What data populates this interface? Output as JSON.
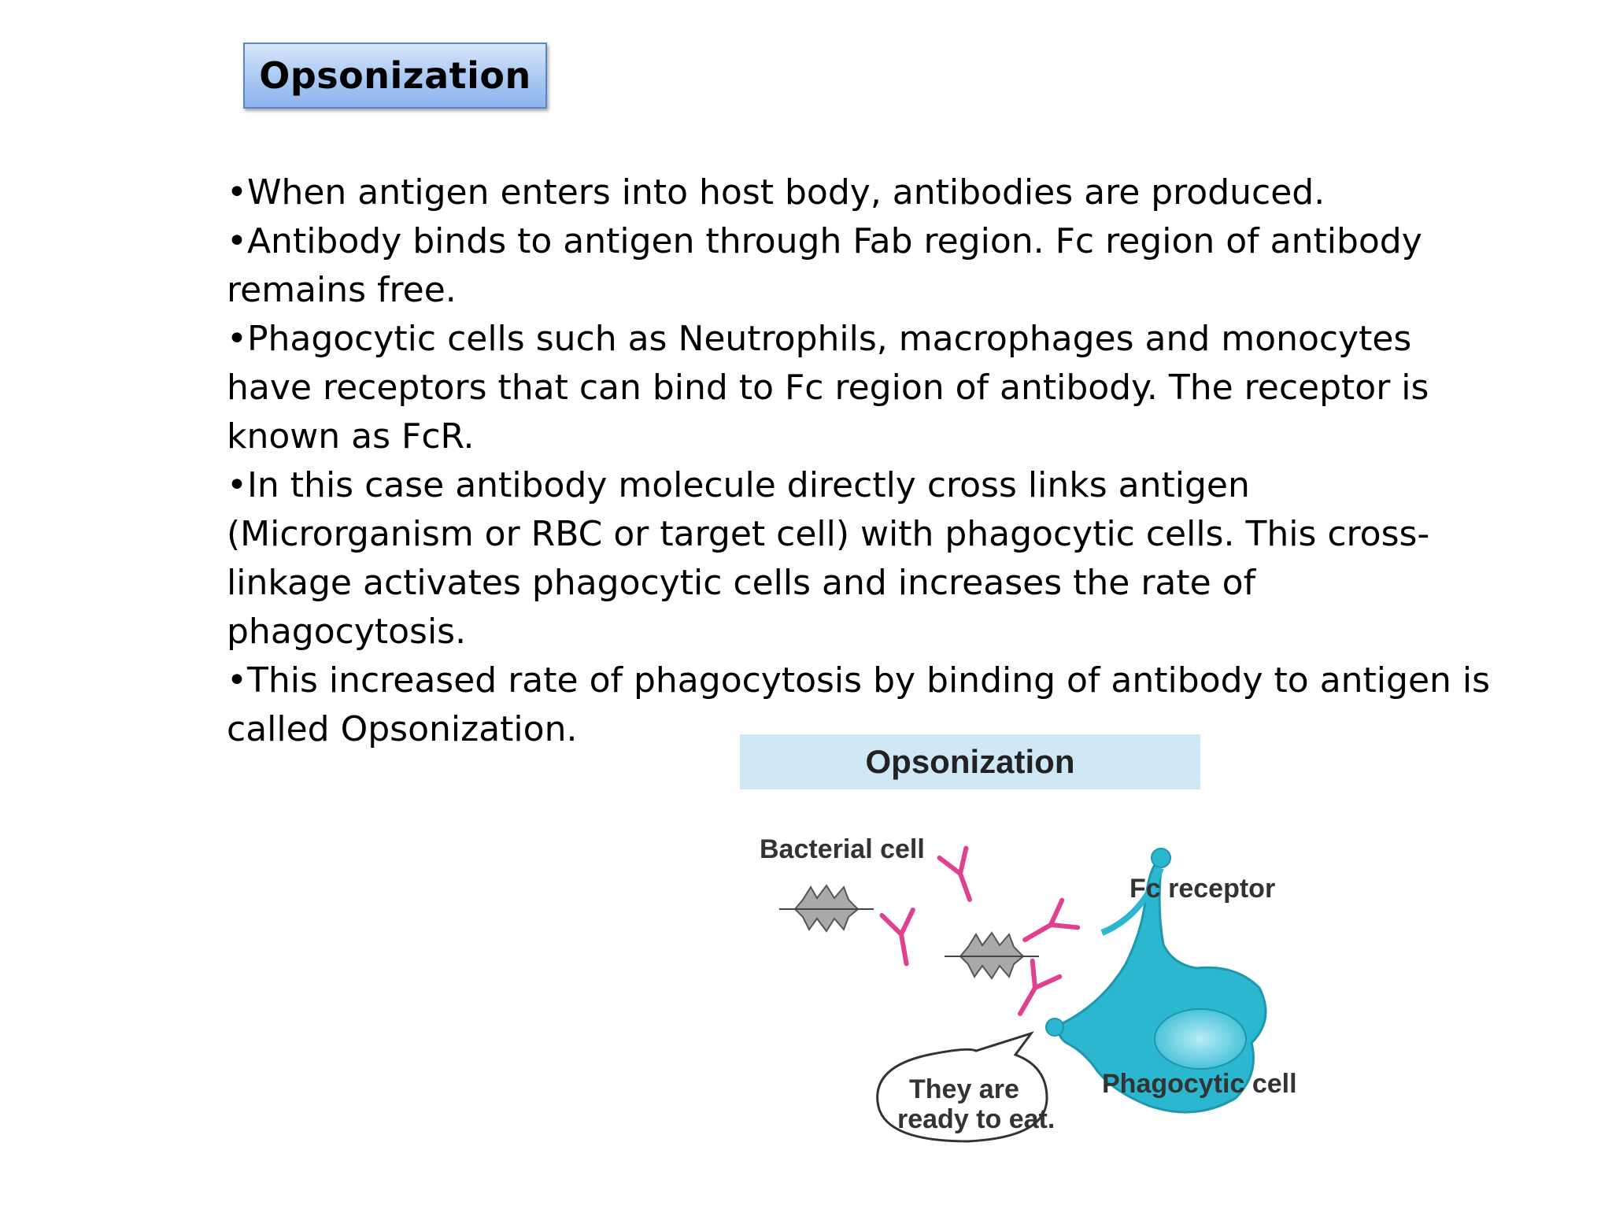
{
  "slide": {
    "title": "Opsonization",
    "bullets": [
      "•When antigen enters into host body, antibodies are produced.",
      "•Antibody binds to antigen through Fab region. Fc region of antibody remains free.",
      "•Phagocytic cells such as Neutrophils, macrophages and monocytes have receptors that can bind to Fc region of antibody. The receptor is known as FcR.",
      "•In this case antibody molecule directly cross links antigen (Microrganism or RBC or target cell) with phagocytic cells. This cross-linkage activates phagocytic cells and increases the rate of phagocytosis.",
      "•This increased rate of phagocytosis by binding of antibody to antigen is called Opsonization."
    ]
  },
  "figure": {
    "header": "Opsonization",
    "labels": {
      "bacterial_cell": "Bacterial cell",
      "fc_receptor": "Fc receptor",
      "phagocytic_cell": "Phagocytic cell",
      "bubble_line1": "They are",
      "bubble_line2": "ready to eat."
    },
    "colors": {
      "antibody": "#e0418f",
      "phagocyte": "#2bb7d0",
      "bacteria": "#a9a9a9",
      "header_bg": "#cfe8f6"
    }
  }
}
